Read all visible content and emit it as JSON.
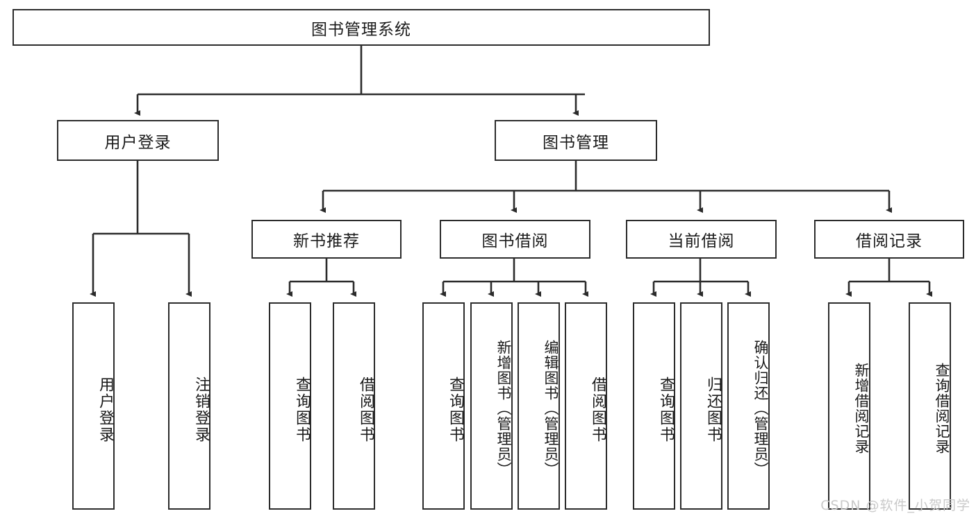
{
  "diagram": {
    "type": "tree-hierarchy",
    "title": "图书管理系统",
    "root": {
      "id": "root",
      "label": "图书管理系统"
    },
    "level1": [
      {
        "id": "user-login",
        "label": "用户登录"
      },
      {
        "id": "book-manage",
        "label": "图书管理"
      }
    ],
    "level2": [
      {
        "id": "new-book-recommend",
        "label": "新书推荐",
        "parent": "book-manage"
      },
      {
        "id": "book-borrow",
        "label": "图书借阅",
        "parent": "book-manage"
      },
      {
        "id": "current-borrow",
        "label": "当前借阅",
        "parent": "book-manage"
      },
      {
        "id": "borrow-record",
        "label": "借阅记录",
        "parent": "book-manage"
      }
    ],
    "leaves": {
      "user_login": [
        {
          "id": "leaf-user-login",
          "label": "用户登录"
        },
        {
          "id": "leaf-logout-login",
          "label": "注销登录"
        }
      ],
      "new_book_recommend": [
        {
          "id": "leaf-query-book-1",
          "label": "查询图书"
        },
        {
          "id": "leaf-borrow-book-1",
          "label": "借阅图书"
        }
      ],
      "book_borrow": [
        {
          "id": "leaf-query-book-2",
          "label": "查询图书"
        },
        {
          "id": "leaf-add-book",
          "label": "新增图书（管理员）"
        },
        {
          "id": "leaf-edit-book",
          "label": "编辑图书（管理员）"
        },
        {
          "id": "leaf-borrow-book-2",
          "label": "借阅图书"
        }
      ],
      "current_borrow": [
        {
          "id": "leaf-query-book-3",
          "label": "查询图书"
        },
        {
          "id": "leaf-return-book",
          "label": "归还图书"
        },
        {
          "id": "leaf-confirm-return",
          "label": "确认归还（管理员）"
        }
      ],
      "borrow_record": [
        {
          "id": "leaf-add-record",
          "label": "新增借阅记录"
        },
        {
          "id": "leaf-query-record",
          "label": "查询借阅记录"
        }
      ]
    },
    "colors": {
      "stroke": "#2b2b2b",
      "fill": "#ffffff",
      "text": "#1a1a1a",
      "watermark": "#c9c9c9"
    }
  },
  "watermark": {
    "text": "CSDN @软件_小贺同学"
  }
}
